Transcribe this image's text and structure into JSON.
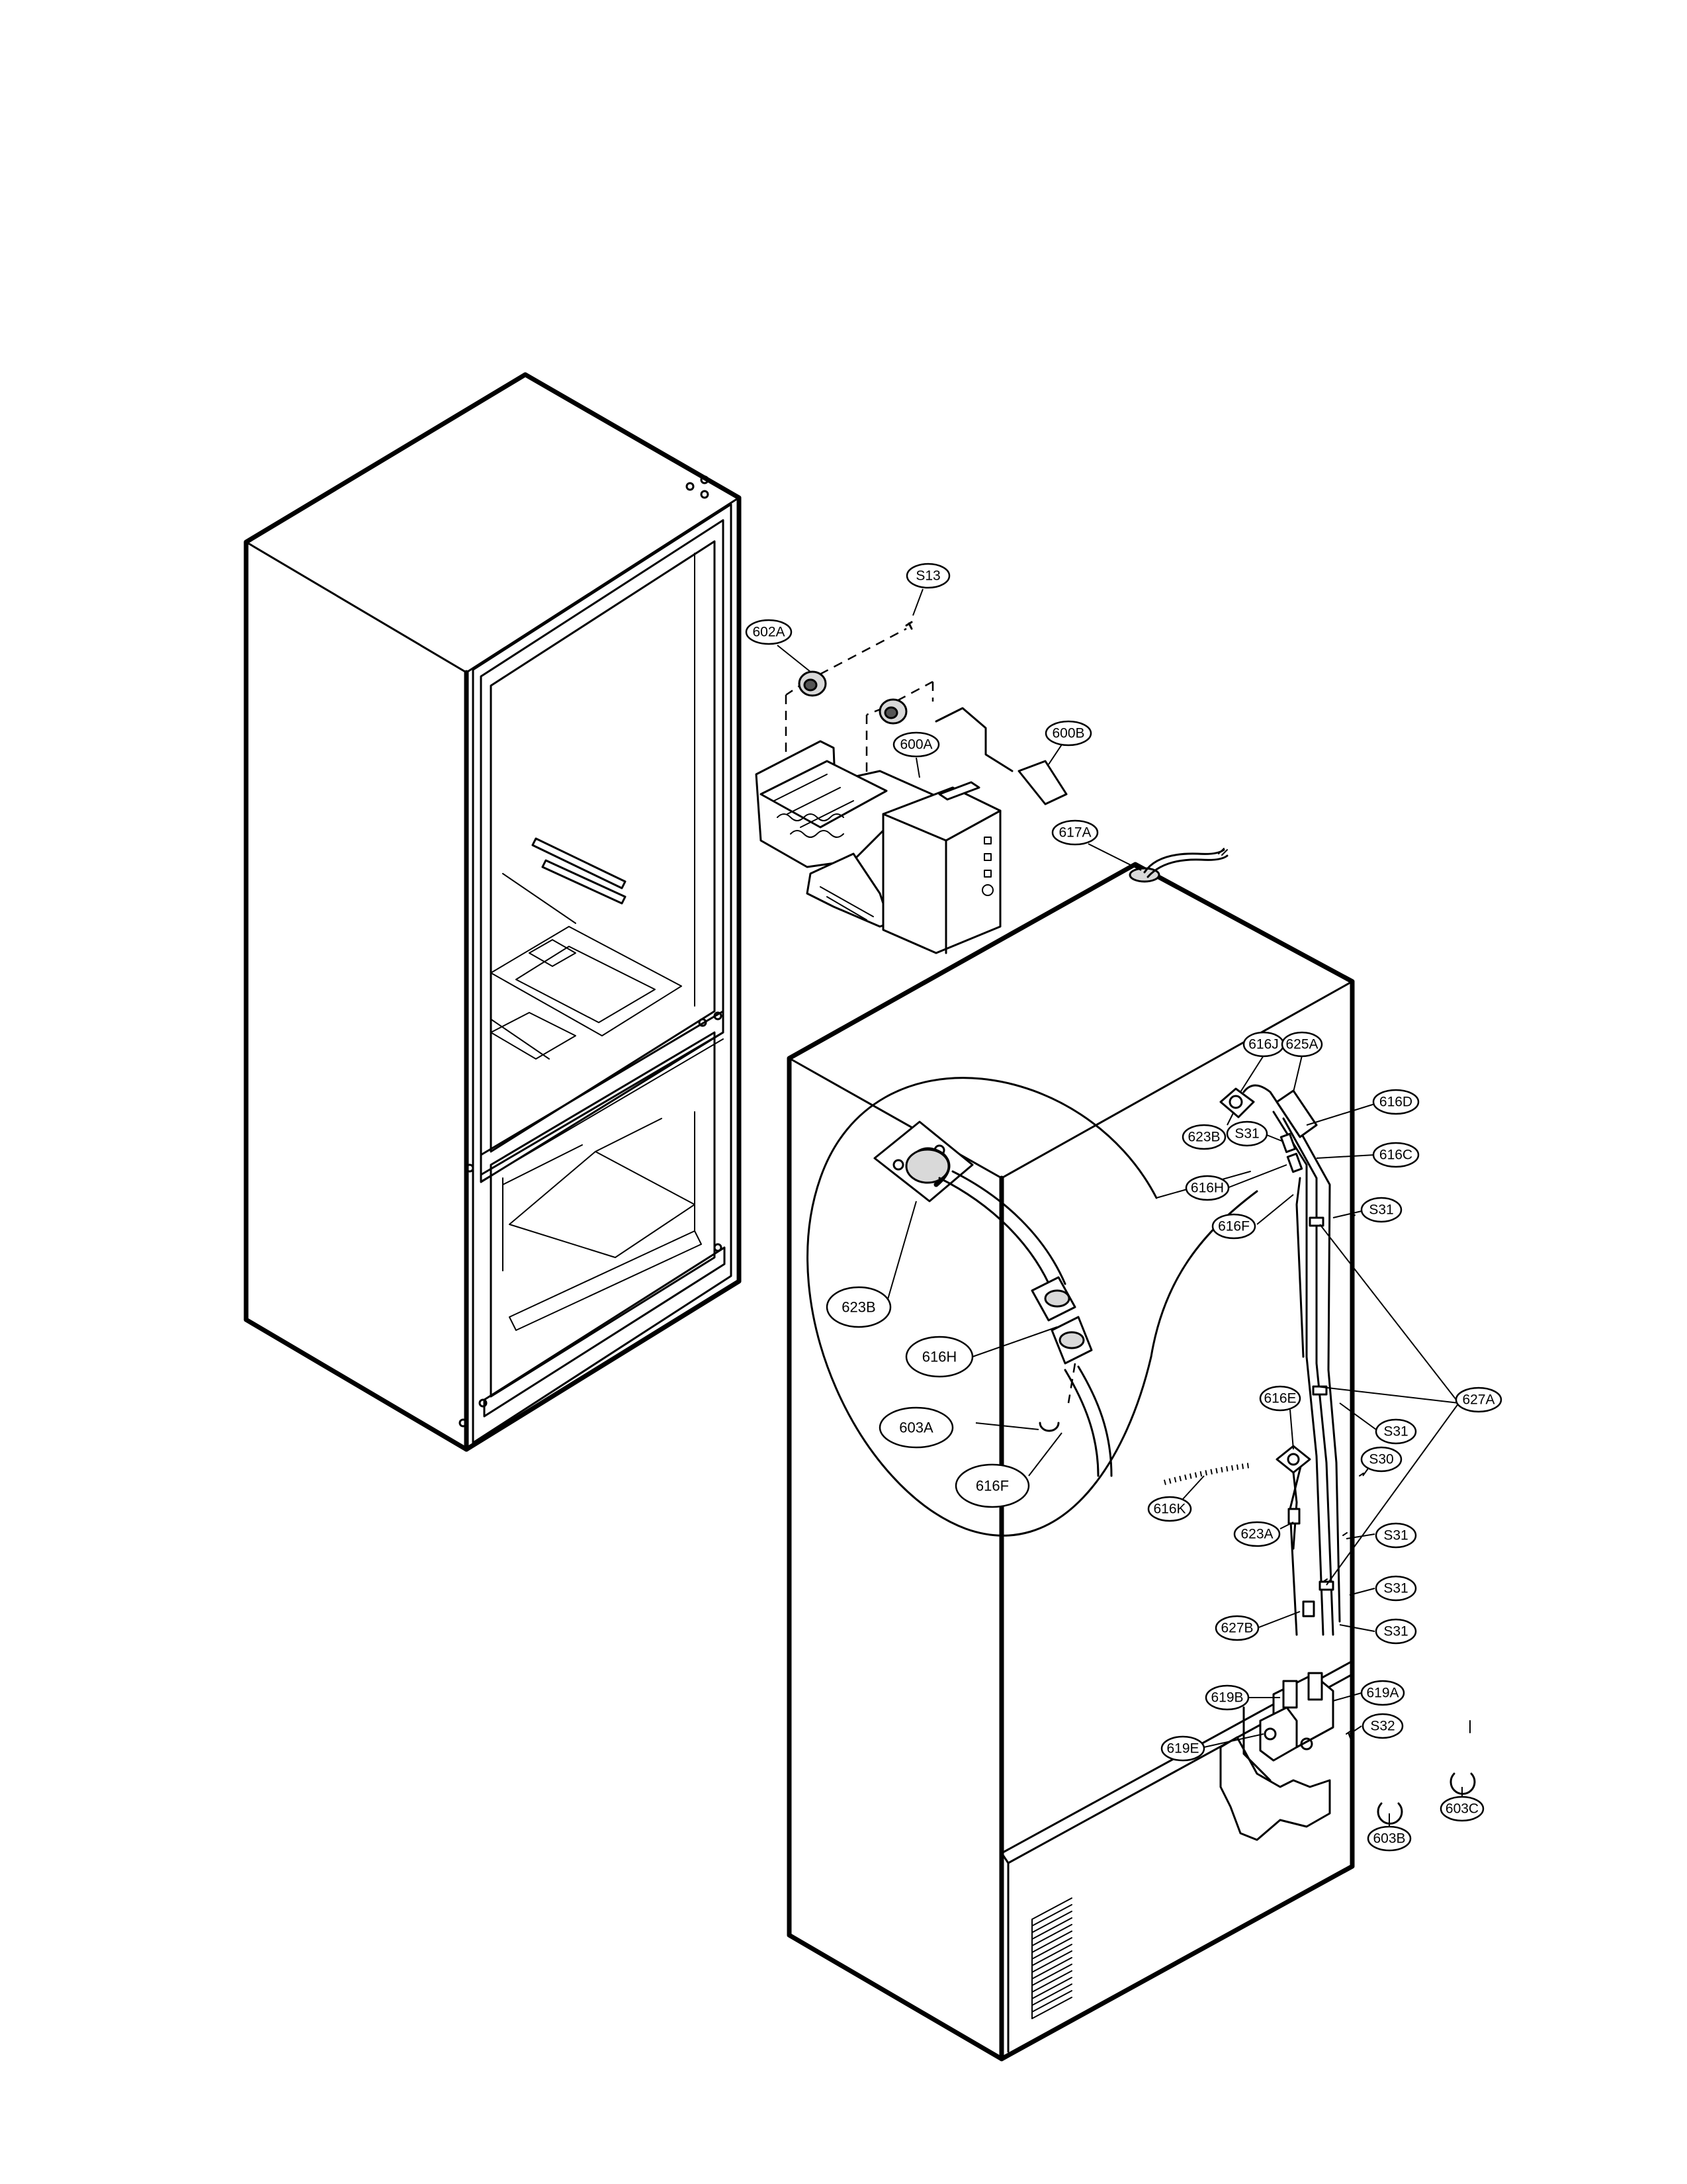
{
  "diagram": {
    "labels": {
      "s13": "S13",
      "p602a": "602A",
      "p600a": "600A",
      "p600b": "600B",
      "p617a": "617A",
      "p616j": "616J",
      "p625a": "625A",
      "p616d": "616D",
      "p623b_small": "623B",
      "s31_top": "S31",
      "p616c": "616C",
      "p616h_small": "616H",
      "p616f_small": "616F",
      "s31_right": "S31",
      "p623b_big": "623B",
      "p616h_big": "616H",
      "p603a": "603A",
      "p616f_big": "616F",
      "p616e": "616E",
      "p627a": "627A",
      "s31_mid": "S31",
      "s30": "S30",
      "p616k": "616K",
      "p623a": "623A",
      "s31_lower": "S31",
      "s31_lower2": "S31",
      "p627b": "627B",
      "s31_bottom": "S31",
      "p619b": "619B",
      "p619a": "619A",
      "s32": "S32",
      "p619e": "619E",
      "p603b": "603B",
      "p603c": "603C"
    }
  }
}
